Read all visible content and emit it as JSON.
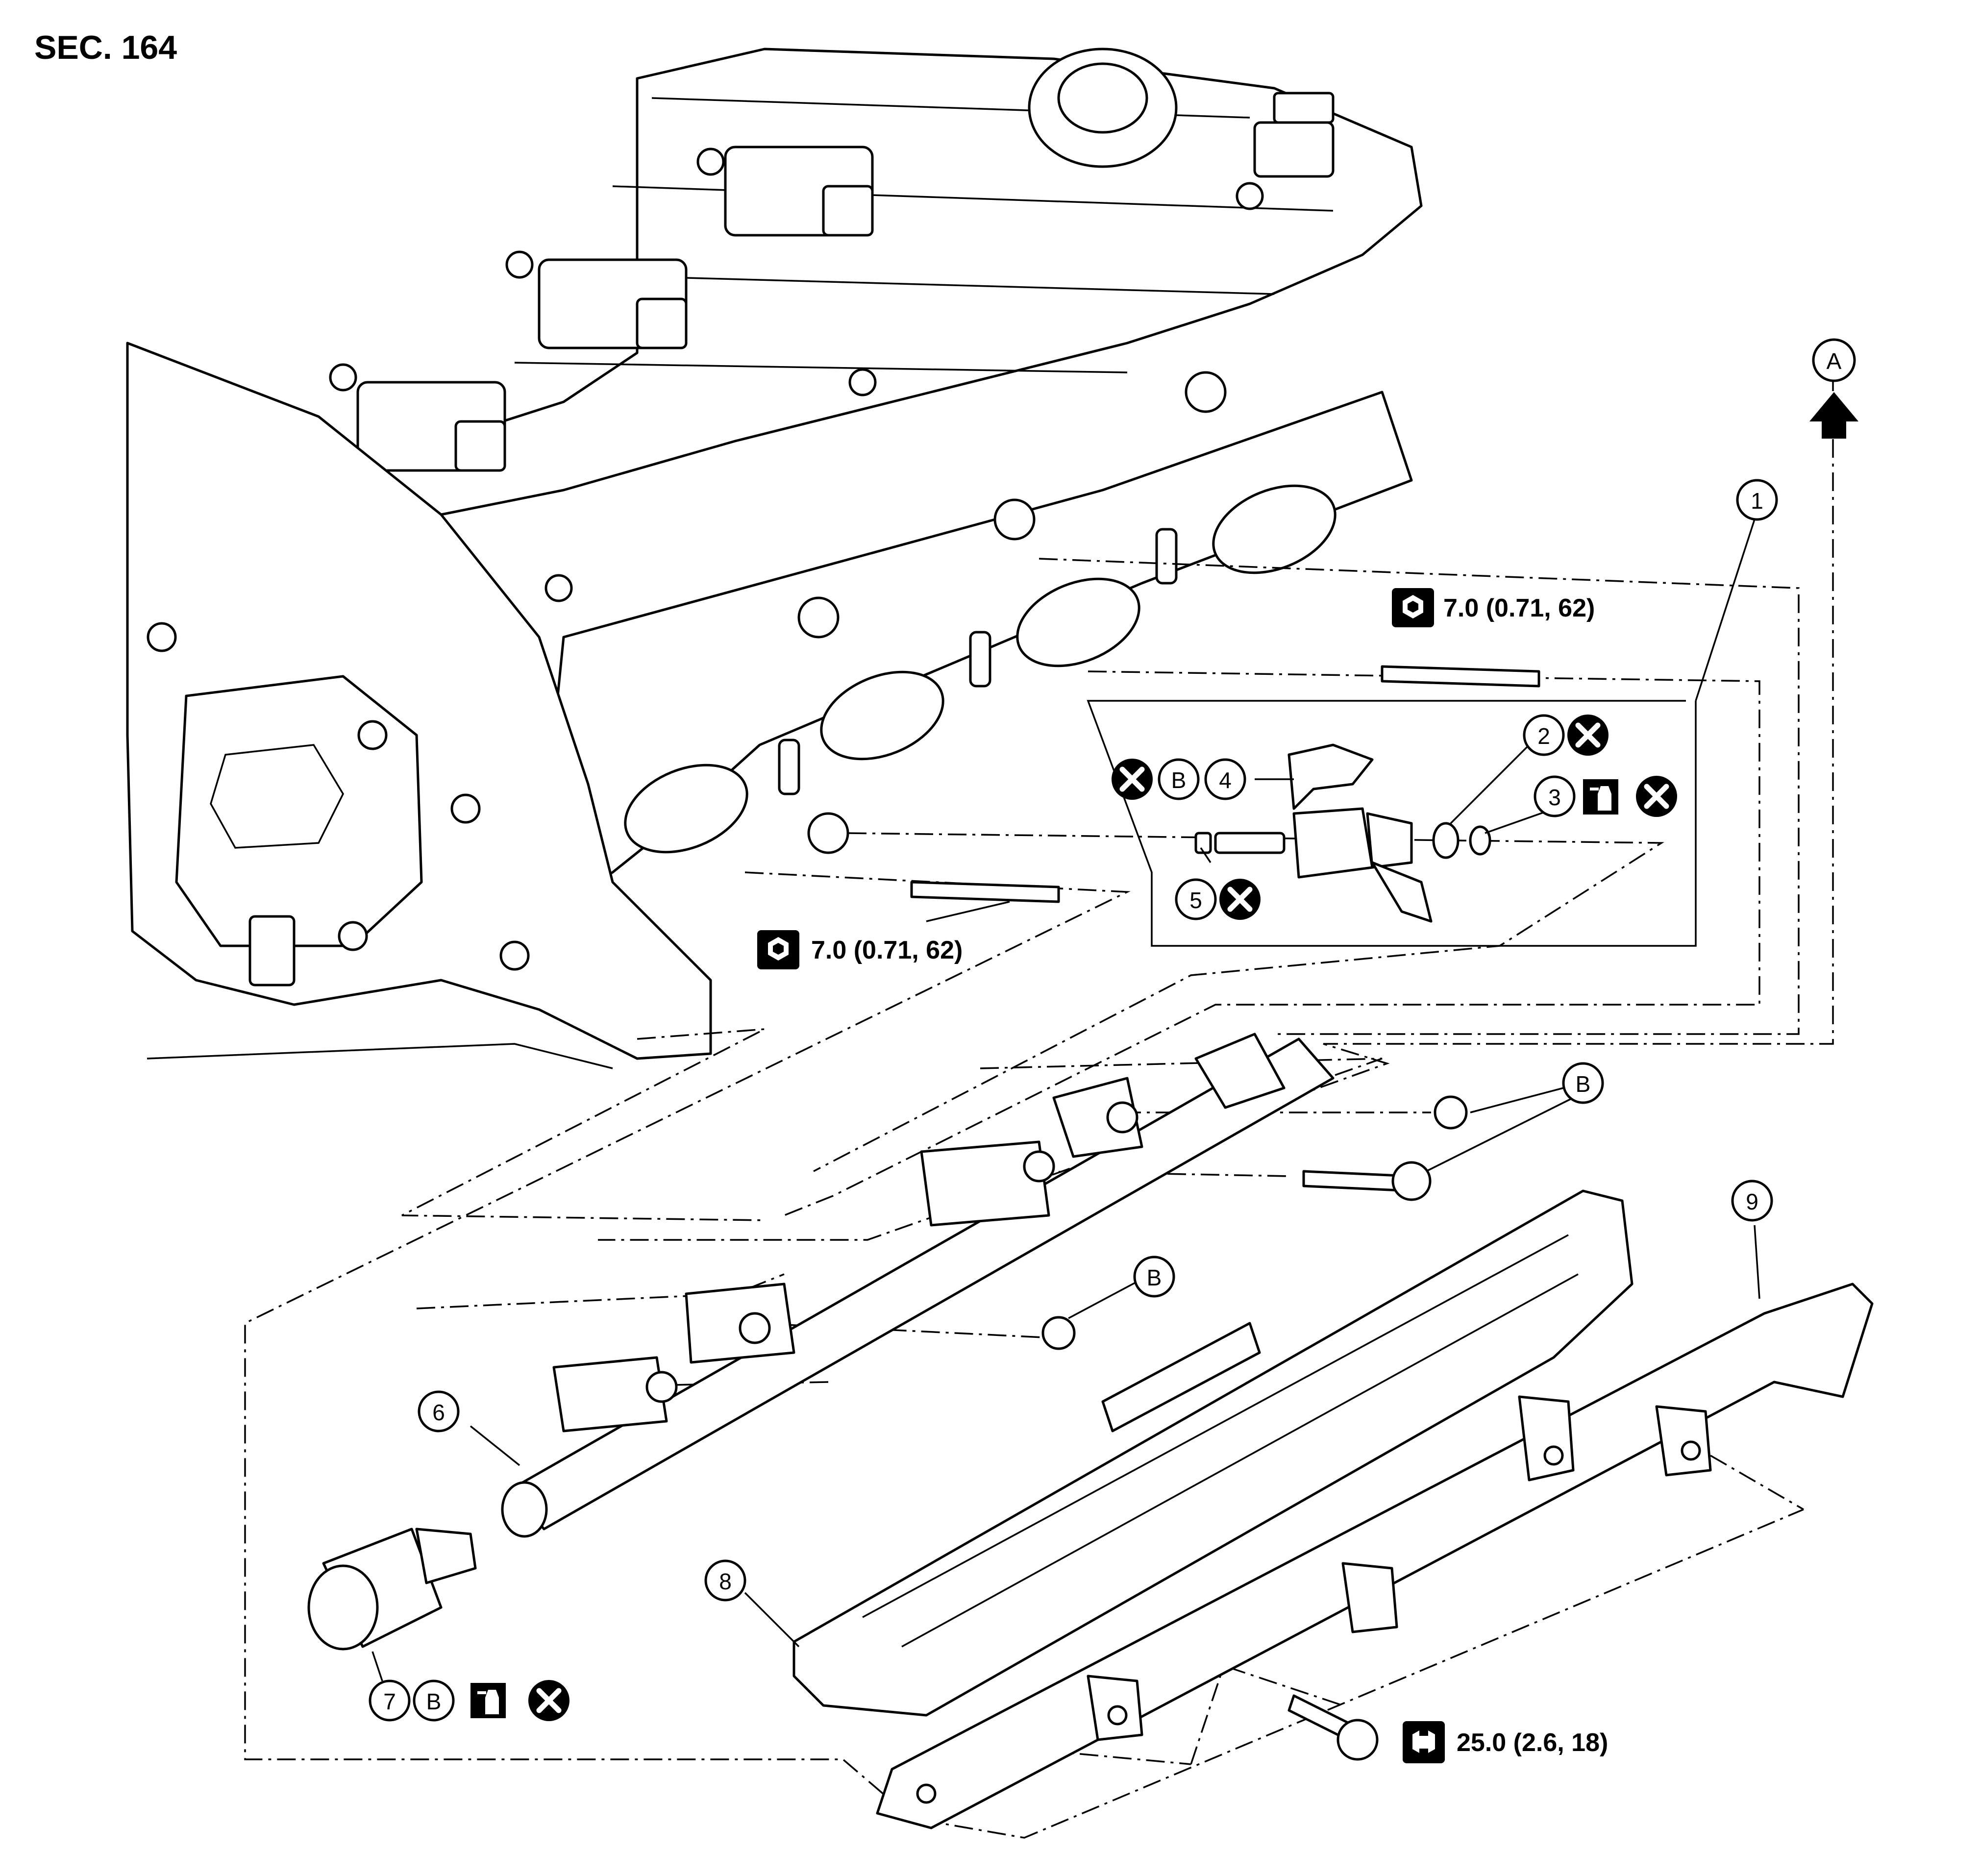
{
  "header": {
    "section": "SEC. 164"
  },
  "reference": {
    "arrow_label": "A"
  },
  "callouts": {
    "c1": "1",
    "c2": "2",
    "c3": "3",
    "c4": "4",
    "c5": "5",
    "c6": "6",
    "c7": "7",
    "c8": "8",
    "c9": "9",
    "b": "B"
  },
  "torques": {
    "stud_upper": "7.0 (0.71, 62)",
    "stud_lower": "7.0 (0.71, 62)",
    "bracket_bolt": "25.0 (2.6, 18)"
  },
  "icons": {
    "torque": "torque-wrench-icon",
    "torque_alt": "tightening-torque-icon",
    "replace": "do-not-reuse-icon",
    "lubricate": "apply-oil-icon"
  }
}
